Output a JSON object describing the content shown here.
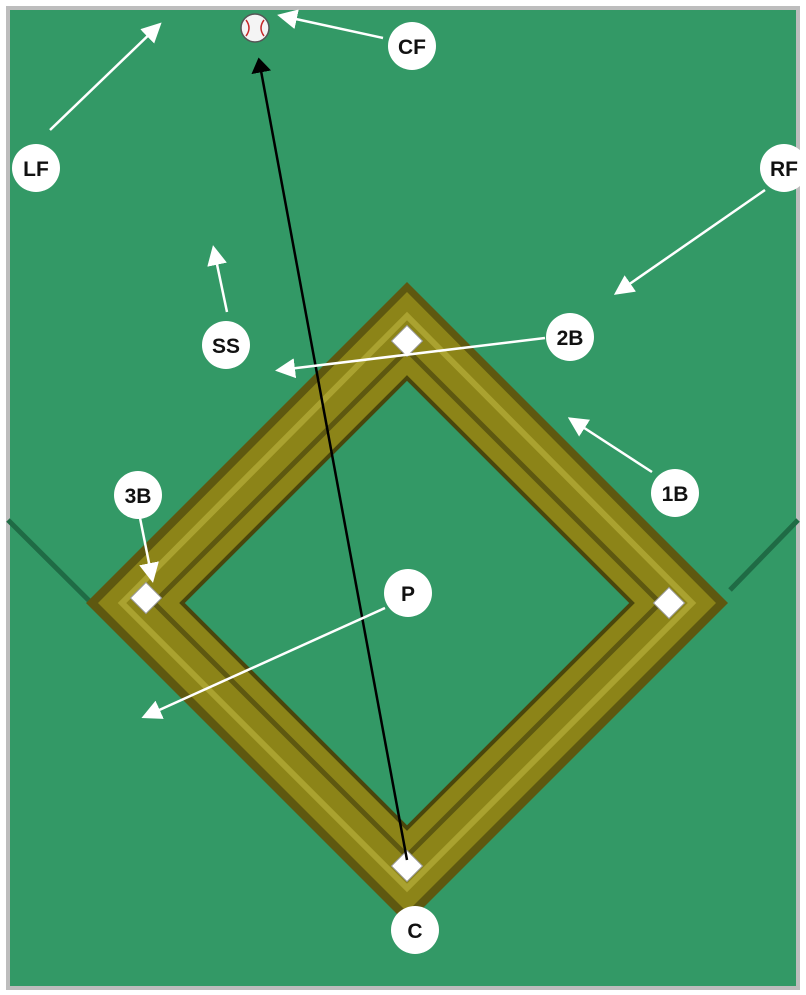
{
  "colors": {
    "grass": "#339966",
    "grass_dark": "#1f6b45",
    "dirt": "#8c8418",
    "dirt_light": "#aaa230",
    "dirt_dark": "#5e5810",
    "base": "#ffffff",
    "label_bg": "#ffffff",
    "route_arrow": "#ffffff",
    "ball_path": "#000000"
  },
  "positions": {
    "lf": "LF",
    "cf": "CF",
    "rf": "RF",
    "ss": "SS",
    "second_base": "2B",
    "third_base": "3B",
    "first_base": "1B",
    "pitcher": "P",
    "catcher": "C"
  },
  "icons": {
    "ball": "baseball-icon"
  }
}
